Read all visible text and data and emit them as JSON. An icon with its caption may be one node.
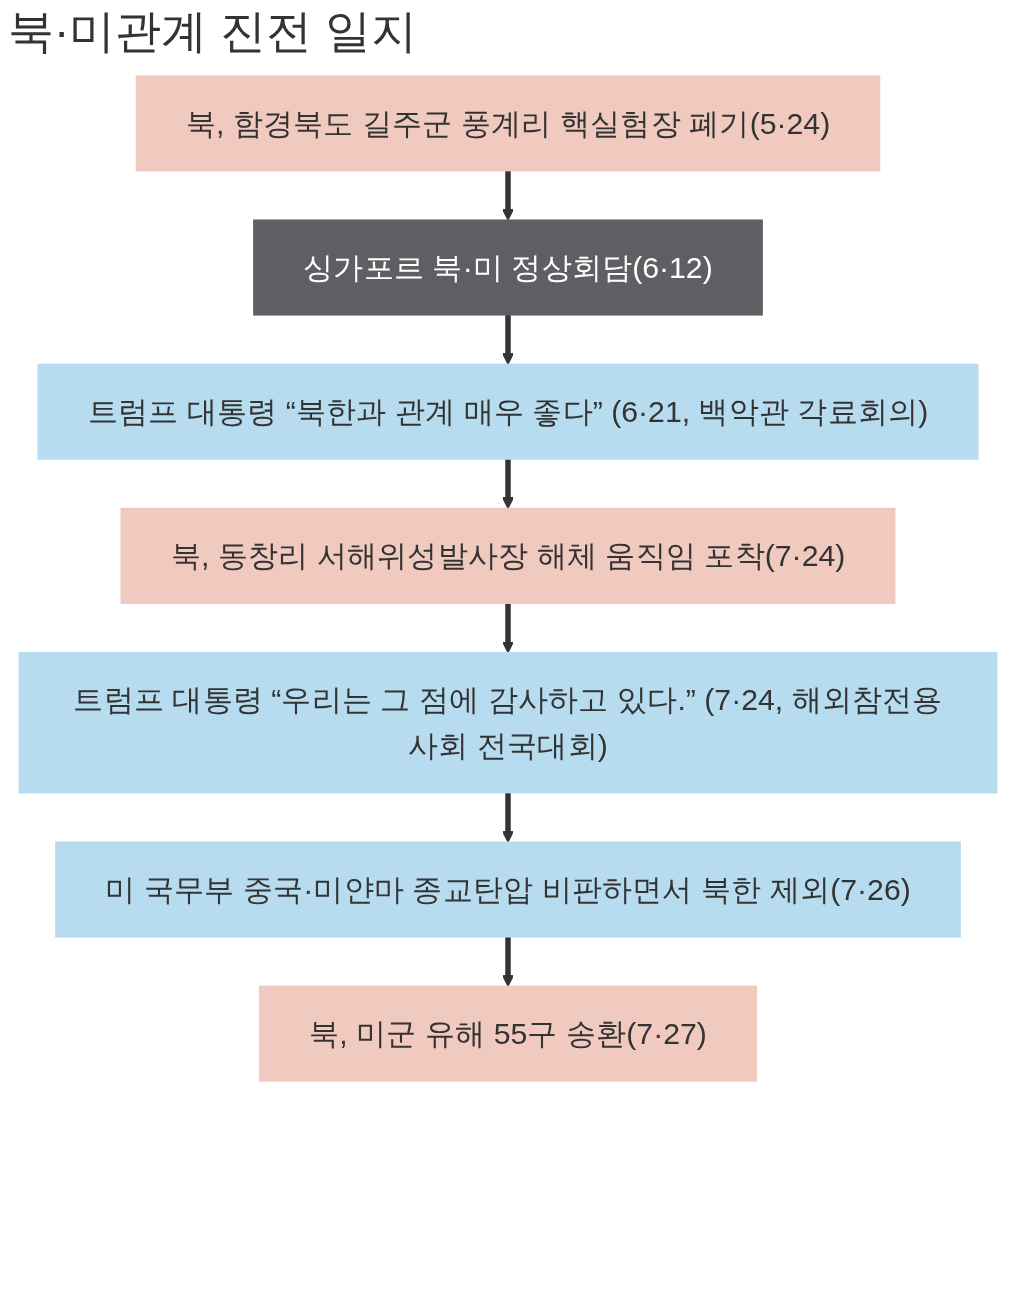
{
  "diagram": {
    "title": "북·미관계 진전 일지",
    "nodes": [
      {
        "text": [
          "북, 함경북도 길주군 풍계리 핵실험장 폐기(5·24)"
        ]
      },
      {
        "text": [
          "싱가포르 북·미 정상회담(6·12)"
        ]
      },
      {
        "text": [
          "트럼프 대통령 “북한과 관계 매우 좋다” (6·21, 백악관 각료회의)"
        ]
      },
      {
        "text": [
          "북, 동창리 서해위성발사장 해체 움직임 포착(7·24)"
        ]
      },
      {
        "text": [
          "트럼프 대통령 “우리는 그 점에 감사하고 있다.” (7·24, 해외참전용사회 전국대회)"
        ]
      },
      {
        "text": [
          "미 국무부 중국·미얀마 종교탄압 비판하면서 북한 제외(7·26)"
        ]
      },
      {
        "text": [
          "북, 미군 유해 55구 송환(7·27)"
        ]
      }
    ],
    "edges": [
      {
        "from": 0,
        "to": 1,
        "arrow": "to"
      },
      {
        "from": 1,
        "to": 2,
        "arrow": "to"
      },
      {
        "from": 2,
        "to": 3,
        "arrow": "to"
      },
      {
        "from": 3,
        "to": 4,
        "arrow": "to"
      },
      {
        "from": 4,
        "to": 5,
        "arrow": "to"
      },
      {
        "from": 5,
        "to": 6,
        "arrow": "to"
      }
    ]
  }
}
